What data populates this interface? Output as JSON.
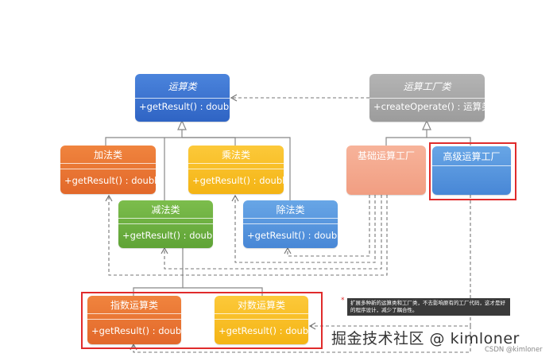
{
  "classes": {
    "operation": {
      "name": "运算类",
      "method": "+getResult() : double"
    },
    "factory": {
      "name": "运算工厂类",
      "method": "+createOperate() : 运算类"
    },
    "add": {
      "name": "加法类",
      "method": "+getResult() : double"
    },
    "multiply": {
      "name": "乘法类",
      "method": "+getResult() : double"
    },
    "subtract": {
      "name": "减法类",
      "method": "+getResult() : double"
    },
    "divide": {
      "name": "除法类",
      "method": "+getResult() : double"
    },
    "basic_factory": {
      "name": "基础运算工厂"
    },
    "advanced_factory": {
      "name": "高级运算工厂"
    },
    "power": {
      "name": "指数运算类",
      "method": "+getResult() : double"
    },
    "log": {
      "name": "对数运算类",
      "method": "+getResult() : double"
    }
  },
  "note": {
    "marker": "*",
    "text": "扩展多种新的运算类和工厂类，不去影响原有的工厂代码，这才是好的程序设计，减少了耦合性。"
  },
  "watermark": {
    "main": "掘金技术社区 @ kimloner",
    "sub": "CSDN @kimloner"
  },
  "colors": {
    "blue": "#2f64c4",
    "gray": "#9c9c9c",
    "orange": "#e2682a",
    "yellow": "#f4b414",
    "green": "#5fa336",
    "light_blue": "#4887d6",
    "salmon": "#f19e82",
    "highlight": "#e02b2b"
  }
}
